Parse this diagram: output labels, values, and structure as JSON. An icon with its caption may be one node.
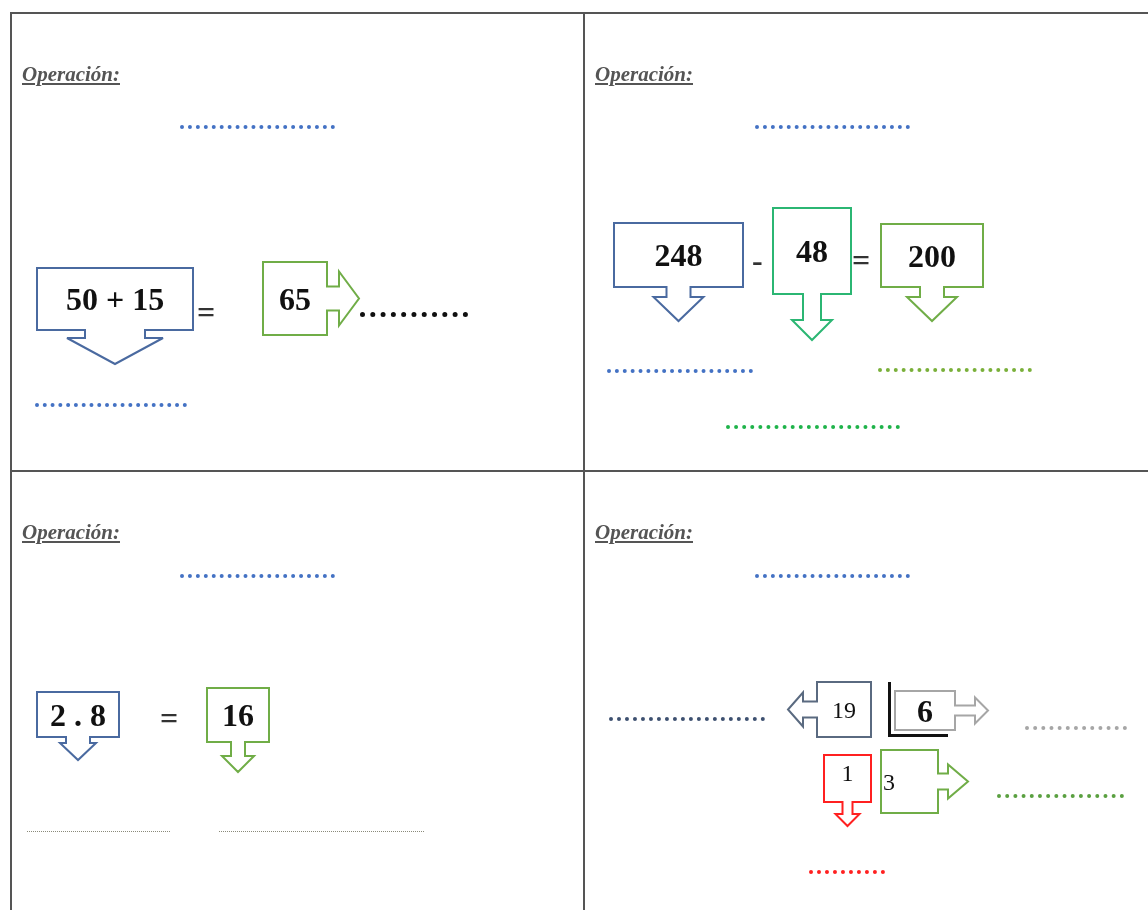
{
  "diagram": {
    "nodes": [
      {
        "text": [
          "Operación:"
        ]
      },
      {
        "text": [
          "50 + 15"
        ],
        "in": 0
      },
      {
        "text": [
          "65"
        ],
        "in": 0
      },
      {
        "text": [
          "Operación:"
        ]
      },
      {
        "text": [
          "248"
        ],
        "in": 3
      },
      {
        "text": [
          "48"
        ],
        "in": 3
      },
      {
        "text": [
          "200"
        ],
        "in": 3
      },
      {
        "text": [
          "Operación:"
        ]
      },
      {
        "text": [
          "2 . 8"
        ],
        "in": 7
      },
      {
        "text": [
          "16"
        ],
        "in": 7
      },
      {
        "text": [
          "Operación:"
        ]
      },
      {
        "text": [
          "19"
        ],
        "in": 10
      },
      {
        "text": [
          "6"
        ],
        "in": 10
      },
      {
        "text": [
          "1"
        ],
        "in": 10
      },
      {
        "text": [
          "3"
        ],
        "in": 10
      }
    ],
    "labels": [
      "=",
      "-",
      "=",
      "="
    ]
  }
}
